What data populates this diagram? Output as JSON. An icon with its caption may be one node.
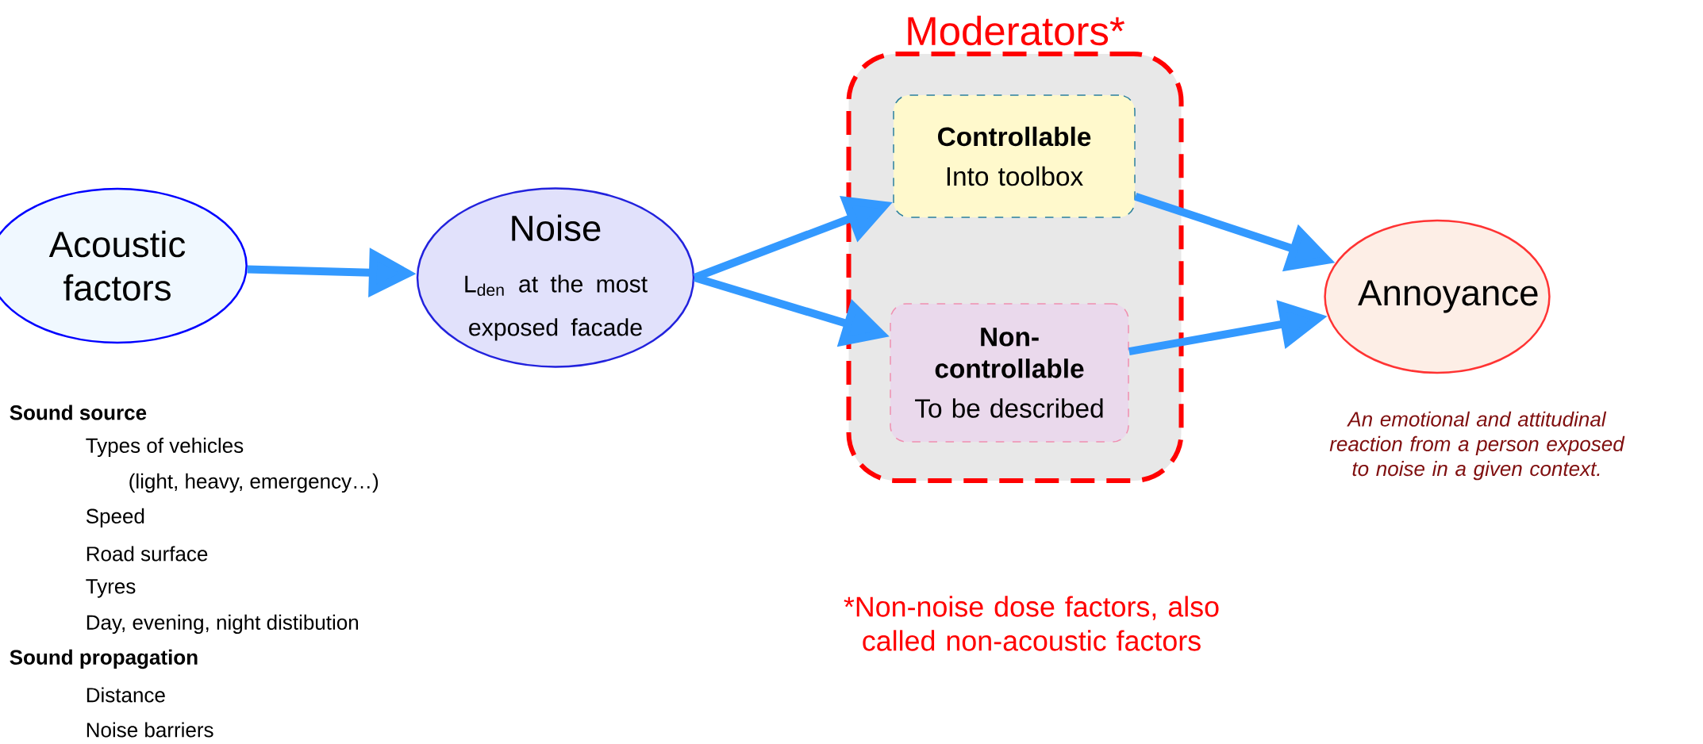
{
  "diagram": {
    "nodes": [
      {
        "text": [
          "Acoustic factors"
        ]
      },
      {
        "text": [
          "Noise",
          "L$_{den}$ at the most exposed facade"
        ]
      },
      {
        "text": [
          "Moderators*"
        ]
      },
      {
        "text": [
          "Controllable",
          "Into toolbox"
        ],
        "in": 2
      },
      {
        "text": [
          "Non-controllable",
          "To be described"
        ],
        "in": 2
      },
      {
        "text": [
          "Annoyance"
        ],
        "beside": [
          "An emotional and attitudinal reaction from a person exposed to noise in a given context."
        ]
      }
    ],
    "edges": [
      {
        "from": 0,
        "to": 1,
        "arrow": "to"
      },
      {
        "from": 1,
        "to": 3,
        "arrow": "to"
      },
      {
        "from": 1,
        "to": 4,
        "arrow": "to"
      },
      {
        "from": 3,
        "to": 5,
        "arrow": "to"
      },
      {
        "from": 4,
        "to": 5,
        "arrow": "to"
      }
    ],
    "labels": [
      "Sound source",
      "Types of vehicles",
      "(light, heavy, emergency…)",
      "Speed",
      "Road surface",
      "Tyres",
      "Day, evening, night distibution",
      "Sound propagation",
      "Distance",
      "Noise barriers",
      "*Non-noise dose factors, also called non-acoustic factors"
    ]
  }
}
